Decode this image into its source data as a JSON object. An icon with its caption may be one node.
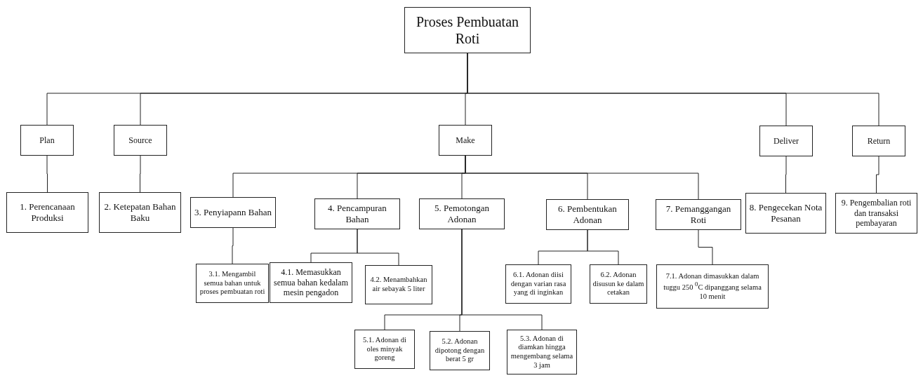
{
  "diagram": {
    "nodes": [
      {
        "text": [
          "Proses Pembuatan Roti"
        ]
      },
      {
        "text": [
          "Plan"
        ]
      },
      {
        "text": [
          "Source"
        ]
      },
      {
        "text": [
          "Make"
        ]
      },
      {
        "text": [
          "Deliver"
        ]
      },
      {
        "text": [
          "Return"
        ]
      },
      {
        "text": [
          "1. Perencanaan Produksi"
        ]
      },
      {
        "text": [
          "2. Ketepatan Bahan Baku"
        ]
      },
      {
        "text": [
          "3. Penyiapann Bahan"
        ]
      },
      {
        "text": [
          "4. Pencampuran Bahan"
        ]
      },
      {
        "text": [
          "5. Pemotongan Adonan"
        ]
      },
      {
        "text": [
          "6. Pembentukan Adonan"
        ]
      },
      {
        "text": [
          "7. Pemanggangan Roti"
        ]
      },
      {
        "text": [
          "8. Pengecekan Nota Pesanan"
        ]
      },
      {
        "text": [
          "9. Pengembalian roti dan transaksi pembayaran"
        ]
      },
      {
        "text": [
          "3.1. Mengambil semua bahan untuk proses pembuatan roti"
        ]
      },
      {
        "text": [
          "4.1. Memasukkan semua bahan kedalam mesin pengadon"
        ]
      },
      {
        "text": [
          "4.2. Menambahkan air sebayak 5 liter"
        ]
      },
      {
        "text": [
          "6.1. Adonan diisi dengan varian rasa yang di inginkan"
        ]
      },
      {
        "text": [
          "6.2. Adonan disusun ke dalam cetakan"
        ]
      },
      {
        "text": [
          "7.1. Adonan dimasukkan dalam tuggu 250 $^{0}$C dipanggang selama 10 menit"
        ]
      },
      {
        "text": [
          "5.1. Adonan di oles minyak goreng"
        ]
      },
      {
        "text": [
          "5.2. Adonan dipotong dengan berat 5 gr"
        ]
      },
      {
        "text": [
          "5.3. Adonan di diamkan hingga mengembang selama 3 jam"
        ]
      }
    ],
    "edges": [
      {
        "from": 0,
        "to": 1,
        "arrow": "none"
      },
      {
        "from": 0,
        "to": 2,
        "arrow": "none"
      },
      {
        "from": 0,
        "to": 3,
        "arrow": "none"
      },
      {
        "from": 0,
        "to": 4,
        "arrow": "none"
      },
      {
        "from": 0,
        "to": 5,
        "arrow": "none"
      },
      {
        "from": 1,
        "to": 6,
        "arrow": "none"
      },
      {
        "from": 2,
        "to": 7,
        "arrow": "none"
      },
      {
        "from": 3,
        "to": 8,
        "arrow": "none"
      },
      {
        "from": 3,
        "to": 9,
        "arrow": "none"
      },
      {
        "from": 3,
        "to": 10,
        "arrow": "none"
      },
      {
        "from": 3,
        "to": 11,
        "arrow": "none"
      },
      {
        "from": 3,
        "to": 12,
        "arrow": "none"
      },
      {
        "from": 4,
        "to": 13,
        "arrow": "none"
      },
      {
        "from": 5,
        "to": 14,
        "arrow": "none"
      },
      {
        "from": 8,
        "to": 15,
        "arrow": "none"
      },
      {
        "from": 9,
        "to": 16,
        "arrow": "none"
      },
      {
        "from": 9,
        "to": 17,
        "arrow": "none"
      },
      {
        "from": 11,
        "to": 18,
        "arrow": "none"
      },
      {
        "from": 11,
        "to": 19,
        "arrow": "none"
      },
      {
        "from": 12,
        "to": 20,
        "arrow": "none"
      },
      {
        "from": 10,
        "to": 21,
        "arrow": "none"
      },
      {
        "from": 10,
        "to": 22,
        "arrow": "none"
      },
      {
        "from": 10,
        "to": 23,
        "arrow": "none"
      }
    ]
  }
}
